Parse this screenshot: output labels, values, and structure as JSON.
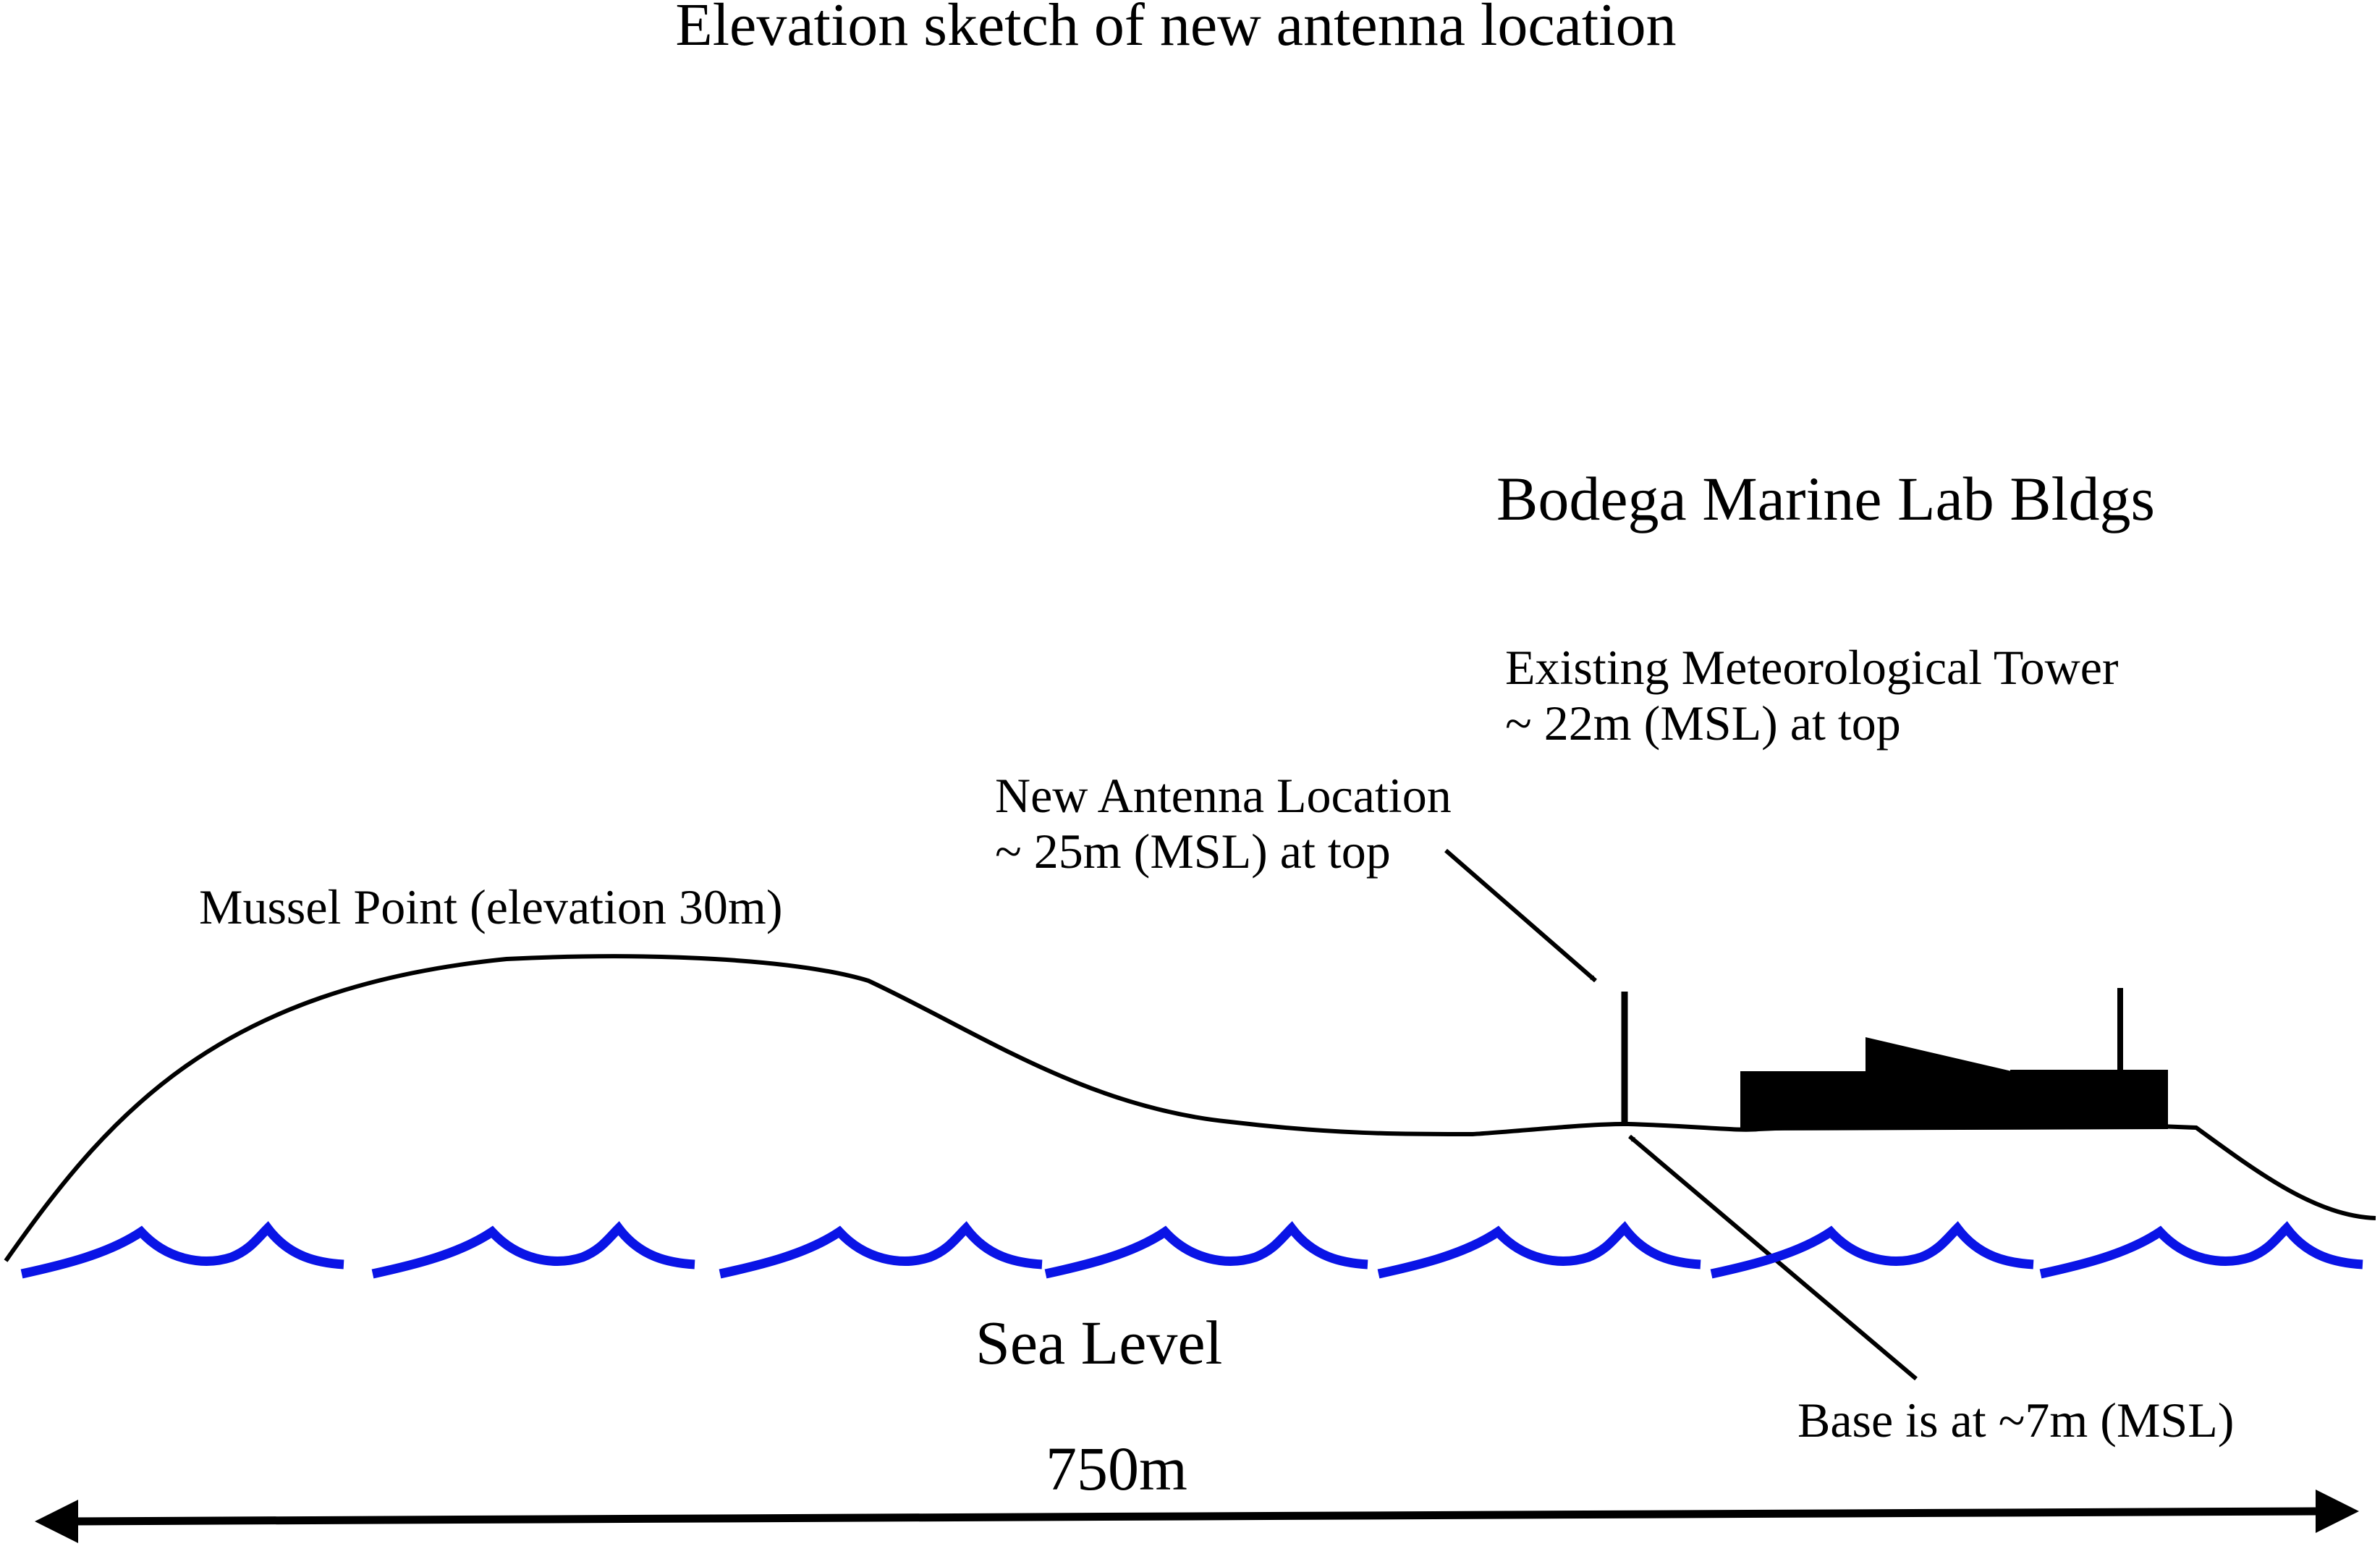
{
  "diagram": {
    "title": "Elevation sketch of new antenna location",
    "labels": {
      "bml_buildings": "Bodega Marine Lab Bldgs",
      "met_tower_line1": "Existing Meteorological Tower",
      "met_tower_line2": "~ 22m (MSL) at top",
      "new_antenna_line1": "New Antenna Location",
      "new_antenna_line2": "~ 25m (MSL) at top",
      "mussel_point": "Mussel Point (elevation 30m)",
      "sea_level": "Sea Level",
      "base": "Base is at ~7m (MSL)",
      "distance": "750m"
    }
  },
  "colors": {
    "ink": "#000000",
    "water": "#0a14e6",
    "background": "#ffffff"
  }
}
